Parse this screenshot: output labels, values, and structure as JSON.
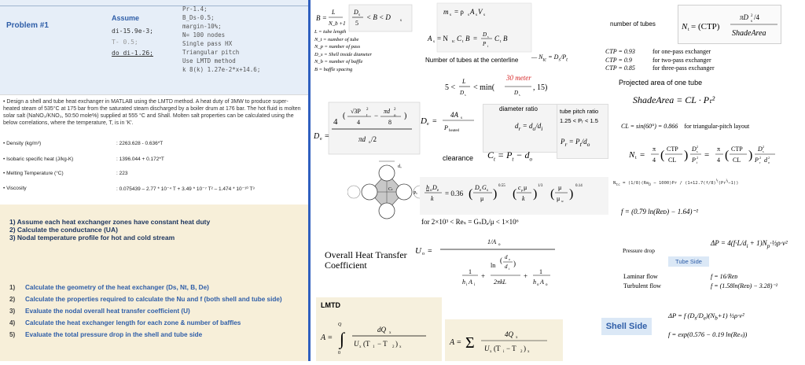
{
  "left": {
    "problem_title": "Problem #1",
    "assume_label": "Assume",
    "code_lines_left": [
      "di-15.9e-3;",
      "T- 0.5;",
      "do_di-1.26;"
    ],
    "code_lines_right": [
      "Pr-1.4;",
      "B_Ds-0.5;",
      "margin-10%;",
      "N= 100 nodes",
      "Single pass HX",
      "Triangular pitch",
      "Use LMTD method",
      "k  8(k) 1.27e-2*x+14.6;"
    ],
    "description": "Design a shell and tube heat exchanger in MATLAB using the LMTD method. A heat duty of 3MW to produce super-heated steam of 535°C at 175 bar from the saturated steam discharged by a boiler drum at 176 bar. The hot fluid is molten solar salt (NaNO₃/KNO₃, 50:50 mole%) supplied at 555 °C and Shall. Molten salt properties can be calculated using the below correlations, where the temperature, T, is in 'K'.",
    "properties": [
      {
        "name": "Density (kg/m³)",
        "value": ": 2263.628 - 0.636*T"
      },
      {
        "name": "Isobaric specific heat (J/kg-K)",
        "value": ": 1396.044 + 0.172*T"
      },
      {
        "name": "Melting Temperature (°C)",
        "value": ": 223"
      },
      {
        "name": "Viscosity",
        "value": ": 0.075439 – 2.77 * 10⁻⁴ T + 3.49 * 10⁻⁷ T² – 1.474 * 10⁻¹⁰ T³"
      }
    ],
    "assumptions": [
      "1) Assume each heat exchanger zones have constant heat duty",
      "2) Calculate the conductance (UA)",
      "3) Nodal temperature profile for hot and cold stream"
    ],
    "tasks": [
      {
        "num": "1)",
        "text": "Calculate the geometry of the heat exchanger (Ds, Nt, B, De)"
      },
      {
        "num": "2)",
        "text": "Calculate the properties required to calculate the Nu and f (both shell and tube side)"
      },
      {
        "num": "3)",
        "text": "Evaluate the nodal overall heat transfer coefficient (U)"
      },
      {
        "num": "4)",
        "text": "Calculate the heat exchanger length for each zone & number of baffles"
      },
      {
        "num": "5)",
        "text": "Evaluate the total pressure drop in the shell and tube side"
      }
    ]
  },
  "middle": {
    "defs": [
      "L = tube length",
      "N_t = number of tube",
      "N_p = number of pass",
      "D_s = Shell inside diameter",
      "N_b = number of baffle",
      "B = baffle spacing"
    ],
    "lmtd_label": "LMTD",
    "overall_htc_label": "Overall Heat Transfer Coefficient",
    "do_label": "dₒ",
    "ct_label": "Cₜ",
    "pt_label": "Pₜ"
  },
  "right": {
    "tubes_label": "Number of tubes at the centerline",
    "meter_note": "30 meter",
    "diameter_ratio_label": "diameter ratio",
    "tube_pitch_label": "tube pitch ratio",
    "tube_pitch_range": "1.25 < Pᵣ < 1.5",
    "clearance_label": "clearance",
    "re_range": "for 2×10³ < Reₛ = GₛDₑ/μ < 1×10⁶"
  },
  "far_right": {
    "number_of_tubes_label": "number of tubes",
    "ctp_lines": [
      {
        "eq": "CTP = 0.93",
        "desc": "for one-pass exchanger"
      },
      {
        "eq": "CTP = 0.9",
        "desc": "for two-pass exchanger"
      },
      {
        "eq": "CTP = 0.85",
        "desc": "for three-pass exchanger"
      }
    ],
    "projected_area_label": "Projected area of one tube",
    "cl_line": "CL = sin(60°) = 0.866",
    "cl_note": "for triangular-pitch layout",
    "f_eq": "f = (0.79 ln(Reᴅ) − 1.64)⁻²",
    "pressure_drop_label": "Pressure drop",
    "tube_side_label": "Tube Side",
    "laminar_label": "Laminar flow",
    "laminar_eq": "f = 16/Reᴅ",
    "turbulent_label": "Turbulent flow",
    "turbulent_eq": "f = (1.58ln(Reᴅ) − 3.28)⁻²",
    "shell_side_label": "Shell Side",
    "shell_f_eq": "f = exp(0.576 − 0.19 ln(Reₛ))",
    "shade_area": "ShadeArea = CL · Pₜ²"
  },
  "colors": {
    "accent_blue": "#2f5ea8",
    "red_note": "#d62728",
    "shell_box": "#dbe8f6"
  }
}
